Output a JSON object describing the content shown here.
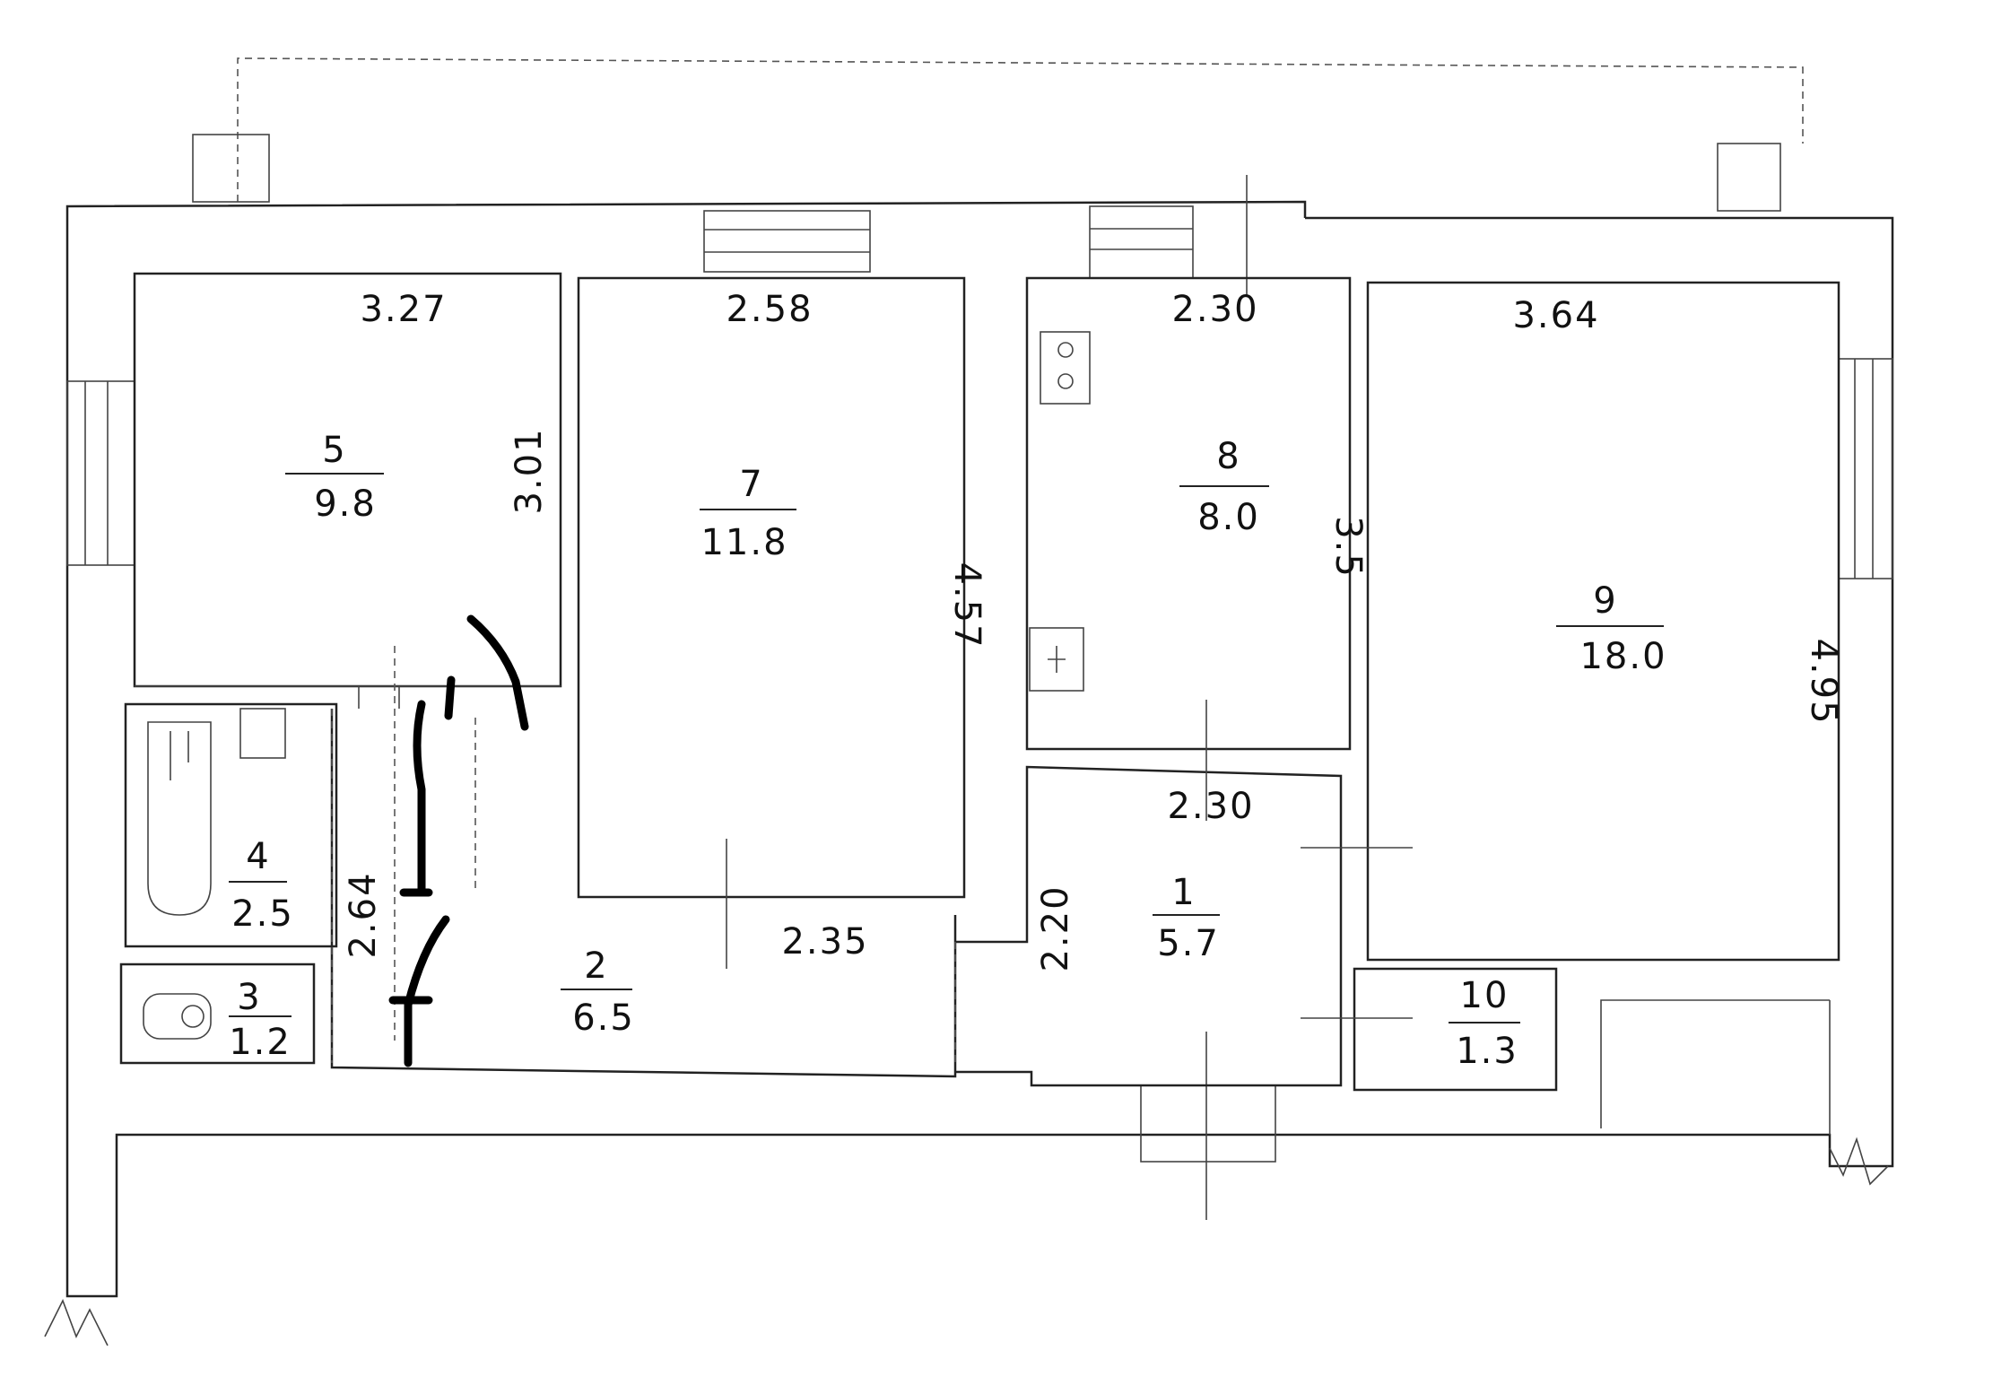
{
  "rooms": [
    {
      "id": "room-5",
      "number": "5",
      "area": "9.8"
    },
    {
      "id": "room-7",
      "number": "7",
      "area": "11.8"
    },
    {
      "id": "room-8",
      "number": "8",
      "area": "8.0"
    },
    {
      "id": "room-9",
      "number": "9",
      "area": "18.0"
    },
    {
      "id": "room-4",
      "number": "4",
      "area": "2.5"
    },
    {
      "id": "room-3",
      "number": "3",
      "area": "1.2"
    },
    {
      "id": "room-2",
      "number": "2",
      "area": "6.5"
    },
    {
      "id": "room-1",
      "number": "1",
      "area": "5.7"
    },
    {
      "id": "room-10",
      "number": "10",
      "area": "1.3"
    }
  ],
  "dimensions": [
    {
      "id": "dim-room5-width",
      "value": "3.27"
    },
    {
      "id": "dim-room5-height",
      "value": "3.01"
    },
    {
      "id": "dim-room7-width",
      "value": "2.58"
    },
    {
      "id": "dim-room7-height",
      "value": "4.57"
    },
    {
      "id": "dim-room8-width",
      "value": "2.30"
    },
    {
      "id": "dim-room8-height",
      "value": "3.5"
    },
    {
      "id": "dim-room9-width",
      "value": "3.64"
    },
    {
      "id": "dim-room9-height",
      "value": "4.95"
    },
    {
      "id": "dim-room1-width",
      "value": "2.30"
    },
    {
      "id": "dim-room1-height",
      "value": "2.20"
    },
    {
      "id": "dim-corridor-length",
      "value": "2.35"
    },
    {
      "id": "dim-bath-height",
      "value": "2.64"
    }
  ],
  "colors": {
    "ink": "#111111",
    "marker": "#000000",
    "paper": "#ffffff"
  }
}
